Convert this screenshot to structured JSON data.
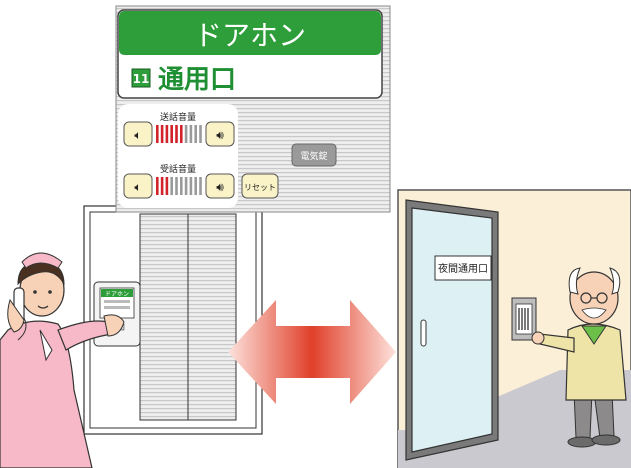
{
  "panel": {
    "title": "ドアホン",
    "channel_number": "11",
    "location_name": "通用口",
    "send_volume_label": "送話音量",
    "send_volume_level": 0.6,
    "receive_volume_label": "受話音量",
    "receive_volume_level": 0.3,
    "electric_lock_label": "電気錠",
    "reset_label": "リセット"
  },
  "handset_screen": {
    "title": "ドアホン"
  },
  "door": {
    "sign_text": "夜間通用口"
  },
  "colors": {
    "title_bar": "#2e9e3a",
    "location_text": "#1f8f33",
    "volume_active": "#d2232a",
    "volume_inactive": "#9a9a9a",
    "arrow_core": "#e0402a",
    "uniform": "#f7b8c8",
    "wall": "#fbefd8",
    "floor": "#c9c9cf"
  },
  "icons": [
    "speaker-low-icon",
    "speaker-high-icon"
  ]
}
